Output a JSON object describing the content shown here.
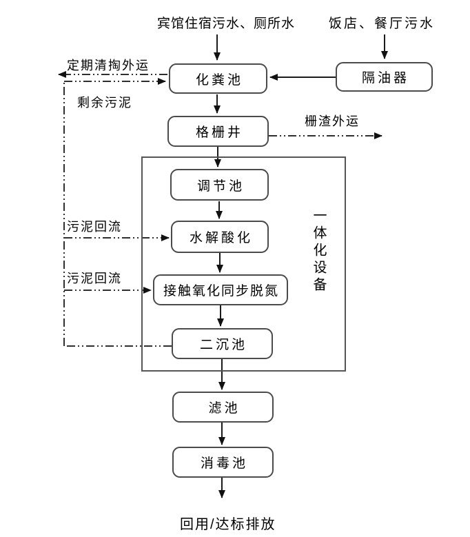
{
  "inputs": {
    "hotel_sewage": "宾馆住宿污水、厕所水",
    "restaurant_sewage": "饭店、餐厅污水"
  },
  "nodes": {
    "septic_tank": "化粪池",
    "grease_separator": "隔油器",
    "grid_well": "格栅井",
    "regulating_tank": "调节池",
    "hydrolysis_acidification": "水解酸化",
    "contact_oxidation_denitrification": "接触氧化同步脱氮",
    "secondary_sedimentation_tank": "二沉池",
    "filter_tank": "滤池",
    "disinfection_tank": "消毒池"
  },
  "flow_labels": {
    "periodic_cleanout_transport": "定期清掏外运",
    "excess_sludge": "剩余污泥",
    "grid_residue_transport": "栅渣外运",
    "sludge_return_1": "污泥回流",
    "sludge_return_2": "污泥回流",
    "integrated_equipment": "一体化设备",
    "final_output": "回用/达标排放"
  },
  "colors": {
    "solid_line": "#1a1a1a",
    "dash_dot_line": "#2e2e2e",
    "node_border": "#4a4a4a",
    "container_border": "#555555",
    "text": "#000000",
    "background": "#ffffff"
  }
}
